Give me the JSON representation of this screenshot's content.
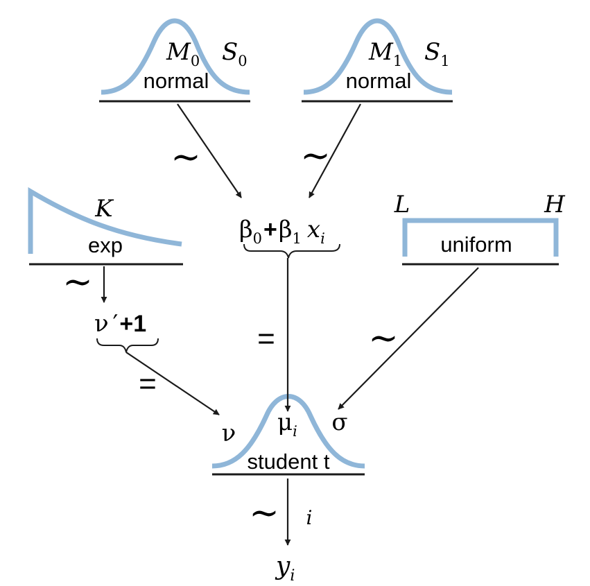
{
  "colors": {
    "curve": "#8fb6d8",
    "ink": "#1a1a1a"
  },
  "nodes": {
    "normal0": {
      "label": "normal",
      "param1": "M",
      "param1_sub": "0",
      "param2": "S",
      "param2_sub": "0"
    },
    "normal1": {
      "label": "normal",
      "param1": "M",
      "param1_sub": "1",
      "param2": "S",
      "param2_sub": "1"
    },
    "exp": {
      "label": "exp",
      "param": "K"
    },
    "uniform": {
      "label": "uniform",
      "param_low": "L",
      "param_high": "H"
    },
    "student_t": {
      "label": "student t",
      "param_nu": "ν",
      "param_mu": "μ",
      "param_mu_sub": "i",
      "param_sigma": "σ"
    }
  },
  "expressions": {
    "linear": {
      "beta0": "β",
      "beta0_sub": "0",
      "plus": "+",
      "beta1": "β",
      "beta1_sub": "1",
      "x": "x",
      "x_sub": "i"
    },
    "nu": {
      "text": "ν",
      "prime": "′",
      "plus_one": "+1"
    },
    "y": {
      "text": "y",
      "sub": "i"
    }
  },
  "relations": {
    "tilde": "~",
    "equals": "=",
    "index": "i"
  }
}
